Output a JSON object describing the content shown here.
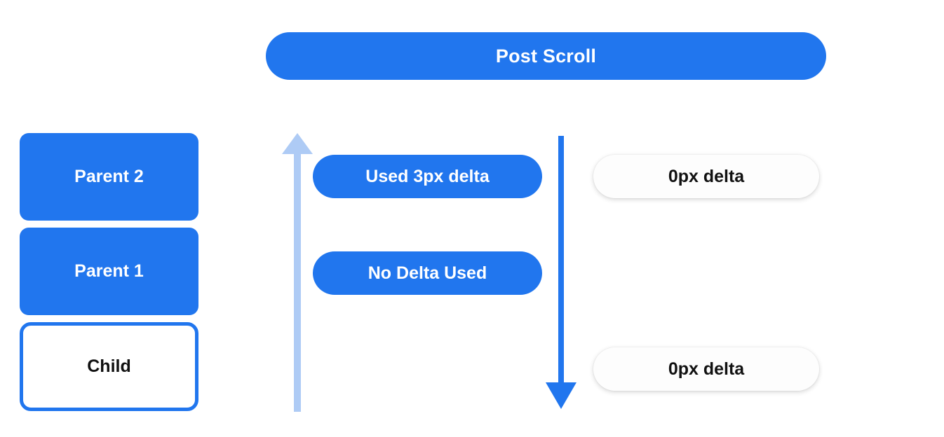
{
  "header": {
    "title": "Post Scroll",
    "accent_color": "#2176EE",
    "text_color": "#ffffff"
  },
  "stack": {
    "boxes": [
      {
        "label": "Parent 2",
        "style": "filled",
        "fill": "#2176EE",
        "text_color": "#ffffff"
      },
      {
        "label": "Parent 1",
        "style": "filled",
        "fill": "#2176EE",
        "text_color": "#ffffff"
      },
      {
        "label": "Child",
        "style": "outlined",
        "fill": "#ffffff",
        "border_color": "#2176EE",
        "text_color": "#111111"
      }
    ]
  },
  "arrows": [
    {
      "name": "scroll-up-arrow",
      "direction": "up",
      "color": "#AECBF5"
    },
    {
      "name": "scroll-down-arrow",
      "direction": "down",
      "color": "#2176EE"
    }
  ],
  "middle_pills": [
    {
      "label": "Used 3px delta",
      "fill": "#2176EE",
      "text_color": "#ffffff"
    },
    {
      "label": "No Delta Used",
      "fill": "#2176EE",
      "text_color": "#ffffff"
    }
  ],
  "right_pills": [
    {
      "label": "0px delta",
      "fill": "#ffffff",
      "text_color": "#111111"
    },
    {
      "label": "0px delta",
      "fill": "#ffffff",
      "text_color": "#111111"
    }
  ]
}
